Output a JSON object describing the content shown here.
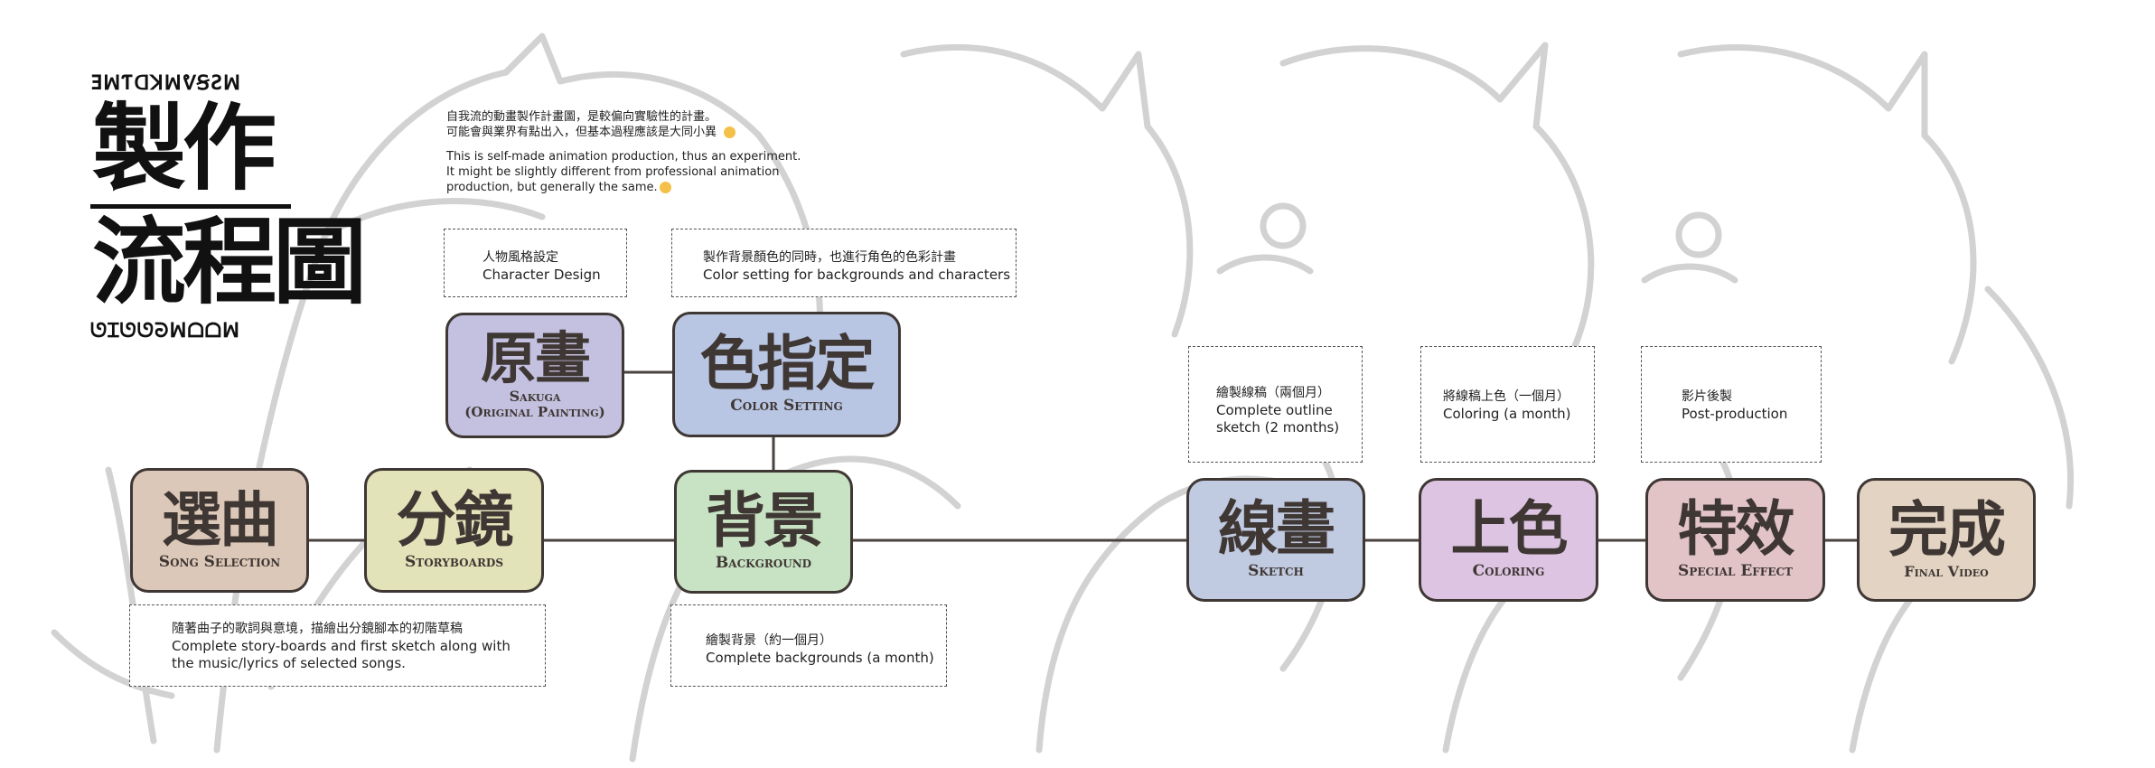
{
  "header": {
    "deco_top": "ƎꟽƬᗡꓘꟽᕓꞨƧꟽ",
    "title_line1": "製作",
    "title_line2": "流程圖",
    "deco_bottom": "ᘎꞮᘎᘎᘒꟽᗝᗝꟽ"
  },
  "intro": {
    "zh_line1": "自我流的動畫製作計畫圖，是較偏向實驗性的計畫。",
    "zh_line2": "可能會與業界有點出入，但基本過程應該是大同小異",
    "en_line1": "This is self-made animation production, thus an experiment.",
    "en_line2": "It might be slightly different from professional animation",
    "en_line3": "production, but generally the same."
  },
  "nodes": {
    "song": {
      "zh": "選曲",
      "en": "Song Selection",
      "color": "#dcc8b8"
    },
    "storyboards": {
      "zh": "分鏡",
      "en": "Storyboards",
      "color": "#e2e3b9"
    },
    "sakuga": {
      "zh": "原畫",
      "en1": "Sakuga",
      "en2": "(Original Painting)",
      "color": "#c3c1df"
    },
    "color_setting": {
      "zh": "色指定",
      "en": "Color Setting",
      "color": "#b8c6e3"
    },
    "background": {
      "zh": "背景",
      "en": "Background",
      "color": "#c7e3c3"
    },
    "sketch": {
      "zh": "線畫",
      "en": "Sketch",
      "color": "#c0cae0"
    },
    "coloring": {
      "zh": "上色",
      "en": "Coloring",
      "color": "#dcc4e2"
    },
    "effect": {
      "zh": "特效",
      "en": "Special Effect",
      "color": "#e2c4c6"
    },
    "final": {
      "zh": "完成",
      "en": "Final Video",
      "color": "#e2d3c2"
    }
  },
  "notes": {
    "character": {
      "zh": "人物風格設定",
      "en": "Character Design"
    },
    "color": {
      "zh": "製作背景顏色的同時，也進行角色的色彩計畫",
      "en": "Color setting for backgrounds and characters"
    },
    "storyboard": {
      "zh": "隨著曲子的歌詞與意境，描繪出分鏡腳本的初階草稿",
      "en1": "Complete story-boards and first sketch along with",
      "en2": "the music/lyrics of selected songs."
    },
    "background": {
      "zh": "繪製背景（約一個月）",
      "en": "Complete backgrounds (a month)"
    },
    "sketch": {
      "zh": "繪製線稿（兩個月）",
      "en1": "Complete outline",
      "en2": "sketch (2 months)"
    },
    "coloring": {
      "zh": "將線稿上色（一個月）",
      "en": "Coloring (a month)"
    },
    "post": {
      "zh": "影片後製",
      "en": "Post-production"
    }
  }
}
